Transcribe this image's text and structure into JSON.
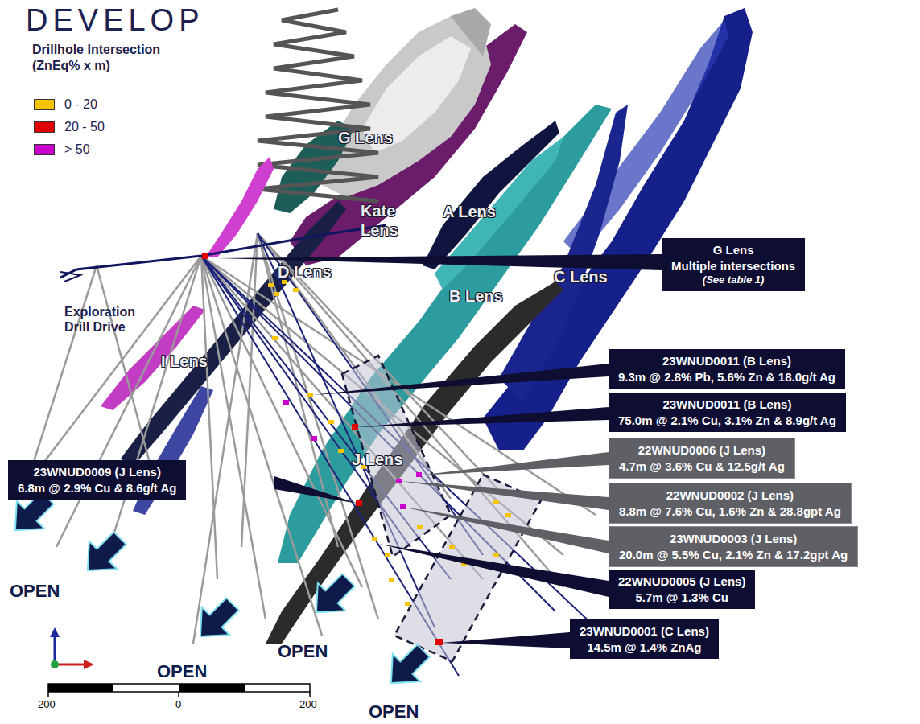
{
  "diagram": {
    "nodes": [
      {
        "text": [
          "G Lens",
          "Multiple intersections",
          "(See table 1)"
        ]
      },
      {
        "text": [
          "23WNUD0011 (B Lens)",
          "9.3m @ 2.8% Pb, 5.6% Zn & 18.0g/t Ag"
        ]
      },
      {
        "text": [
          "23WNUD0011 (B Lens)",
          "75.0m @ 2.1% Cu, 3.1% Zn & 8.9g/t Ag"
        ]
      },
      {
        "text": [
          "22WNUD0006 (J Lens)",
          "4.7m @ 3.6% Cu & 12.5g/t Ag"
        ]
      },
      {
        "text": [
          "22WNUD0002 (J Lens)",
          "8.8m @ 7.6% Cu, 1.6% Zn & 28.8gpt Ag"
        ]
      },
      {
        "text": [
          "23WNUD0003 (J Lens)",
          "20.0m @ 5.5% Cu, 2.1% Zn & 17.2gpt Ag"
        ]
      },
      {
        "text": [
          "22WNUD0005 (J Lens)",
          "5.7m @ 1.3% Cu"
        ]
      },
      {
        "text": [
          "23WNUD0001 (C Lens)",
          "14.5m @ 1.4% ZnAg"
        ]
      },
      {
        "text": [
          "23WNUD0009 (J Lens)",
          "6.8m @ 2.9% Cu & 8.6g/t Ag"
        ]
      }
    ],
    "labels": [
      "DEVELOP",
      "Drillhole Intersection (ZnEq% x m)",
      "G Lens",
      "Kate Lens",
      "A Lens",
      "D Lens",
      "B Lens",
      "C Lens",
      "Exploration Drill Drive",
      "I Lens",
      "J Lens",
      "OPEN",
      "OPEN",
      "OPEN",
      "OPEN",
      "200",
      "0",
      "200"
    ],
    "legend": [
      {
        "text": "0 - 20",
        "color": "#f5c400"
      },
      {
        "text": "20 - 50",
        "color": "#e00000"
      },
      {
        "text": "> 50",
        "color": "#cc00cc"
      }
    ]
  }
}
